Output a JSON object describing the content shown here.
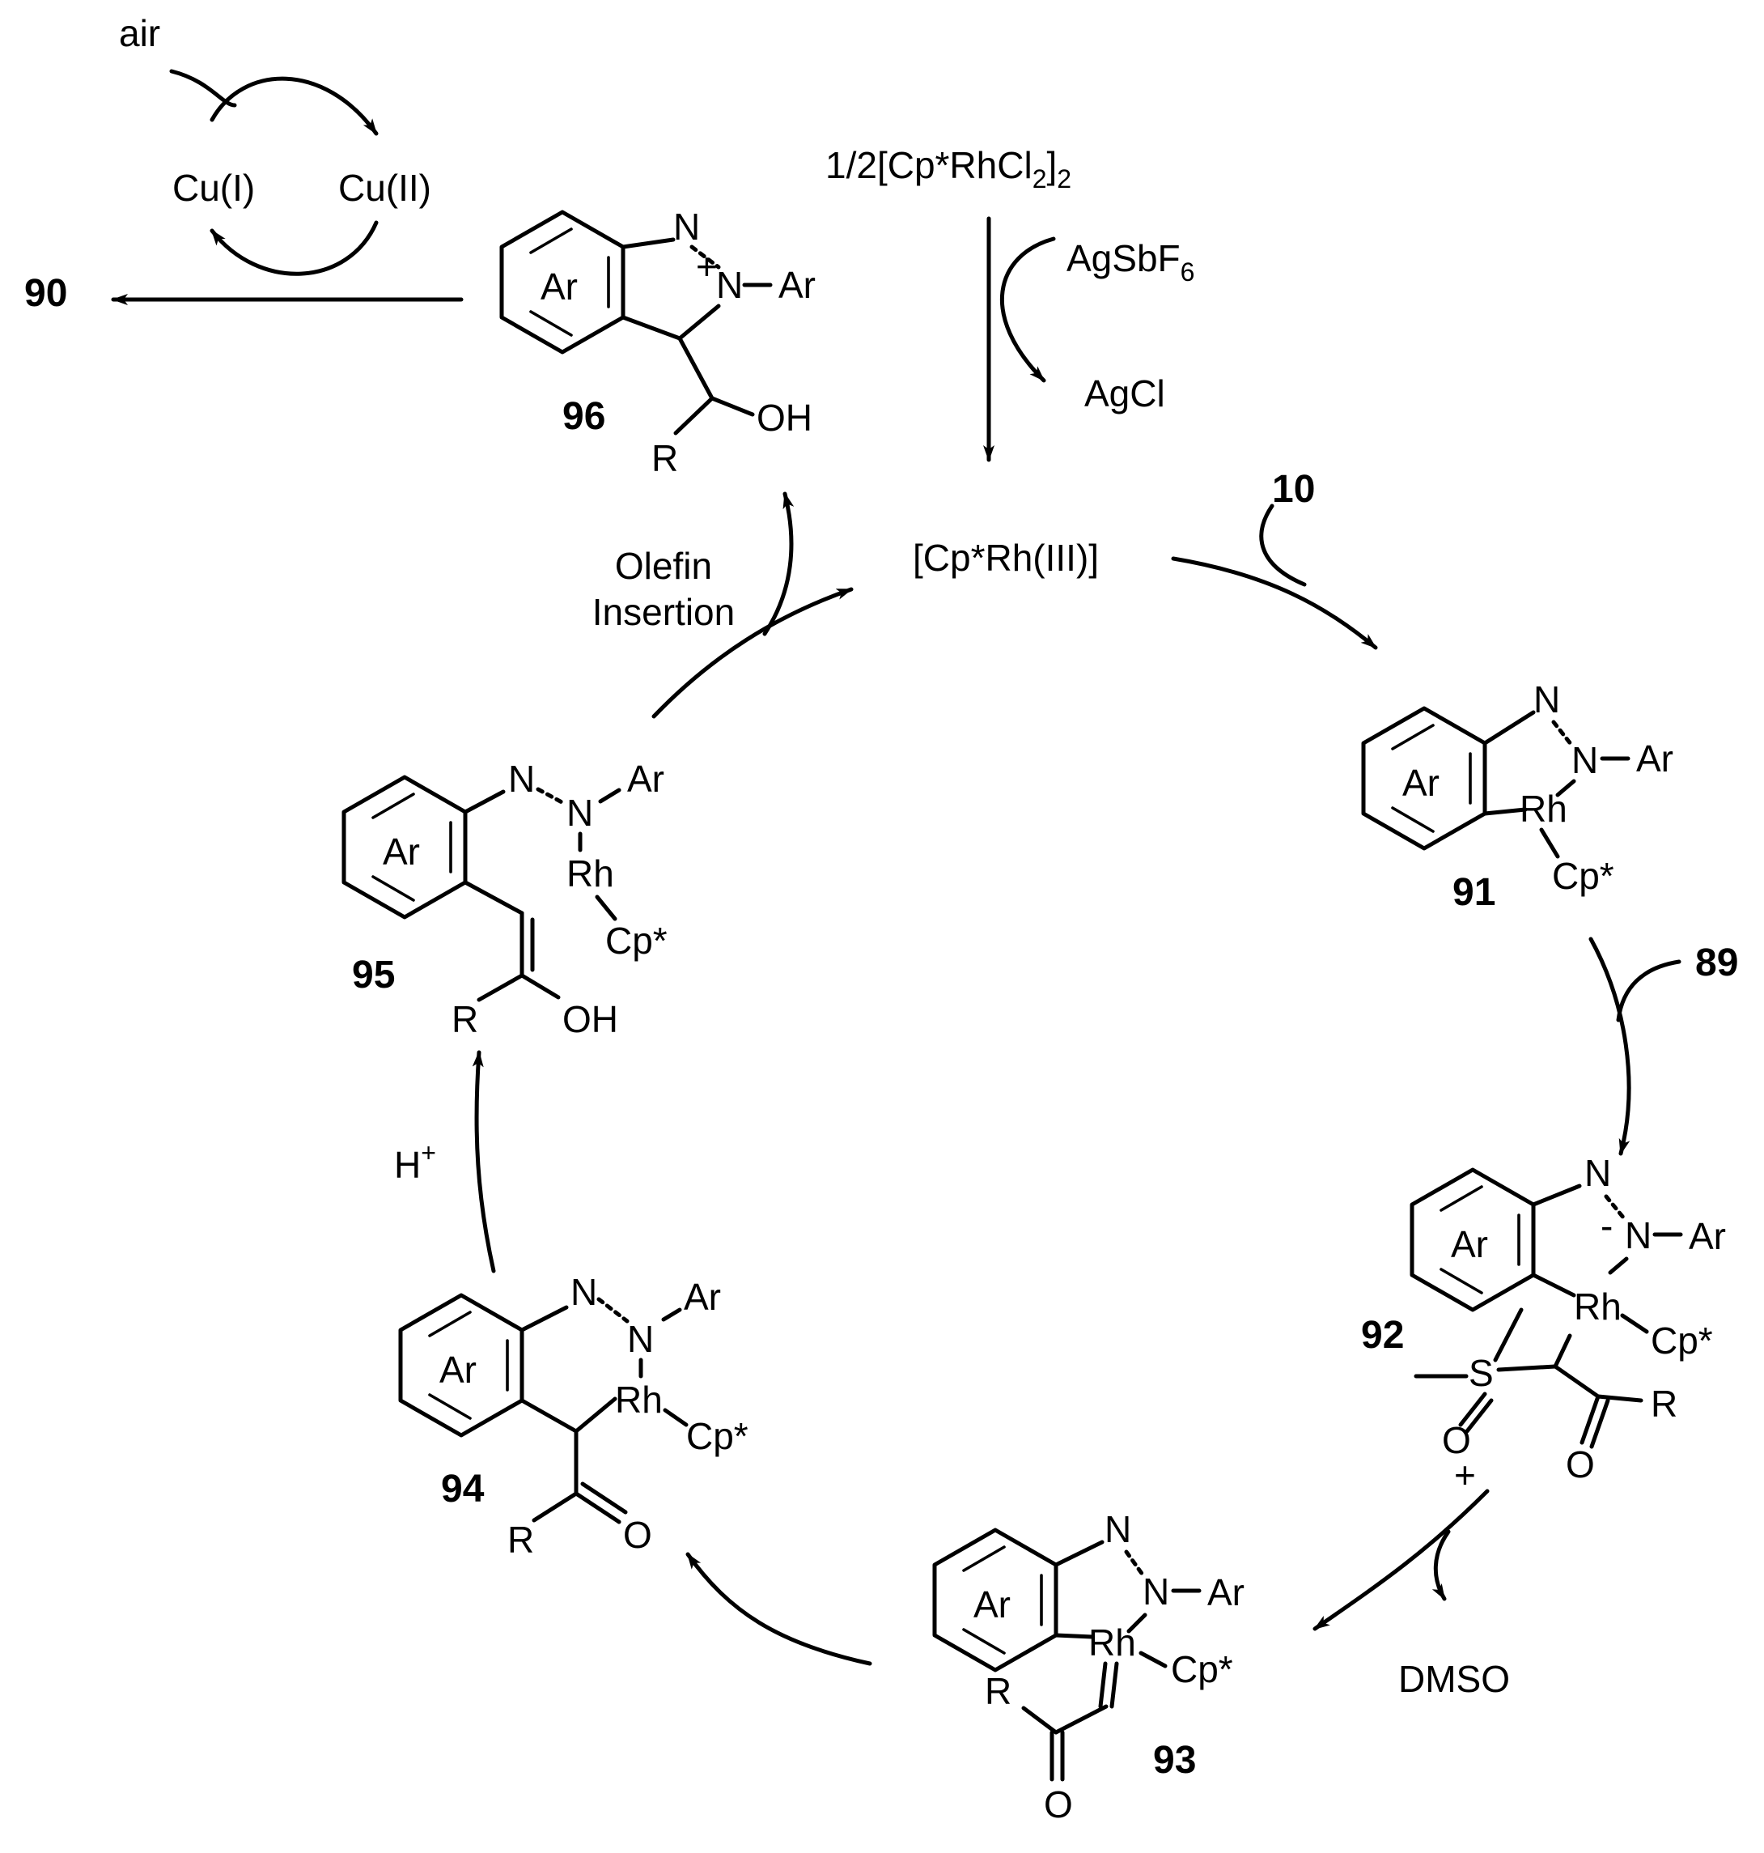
{
  "reagents": {
    "air": "air",
    "cu1": "Cu(I)",
    "cu2": "Cu(II)",
    "precursor": "1/2[Cp*RhCl",
    "precursor_sub1": "2",
    "precursor_close": "]",
    "precursor_sub2": "2",
    "agsbf": "AgSbF",
    "agsbf_sub": "6",
    "agcl": "AgCl",
    "catalyst": "[Cp*Rh(III)]",
    "reactant_10": "10",
    "reactant_89": "89",
    "product_90": "90",
    "dmso": "DMSO",
    "proton": "H",
    "proton_sup": "+",
    "olefin_1": "Olefin",
    "olefin_2": "Insertion"
  },
  "atoms": {
    "ar": "Ar",
    "n": "N",
    "rh": "Rh",
    "cp": "Cp*",
    "r": "R",
    "o": "O",
    "oh": "OH",
    "s": "S",
    "plus": "+",
    "minus": "-"
  },
  "compounds": {
    "c91": "91",
    "c92": "92",
    "c93": "93",
    "c94": "94",
    "c95": "95",
    "c96": "96"
  }
}
